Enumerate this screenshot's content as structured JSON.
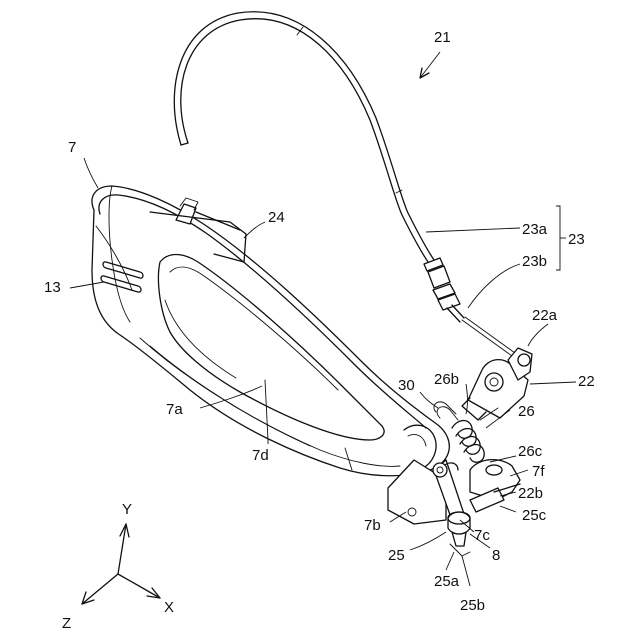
{
  "labels": {
    "l7": "7",
    "l21": "21",
    "l24": "24",
    "l13": "13",
    "l23a": "23a",
    "l23": "23",
    "l23b": "23b",
    "l22a": "22a",
    "l22": "22",
    "l30": "30",
    "l26b": "26b",
    "l26": "26",
    "l7a": "7a",
    "l7d": "7d",
    "l26c": "26c",
    "l7f": "7f",
    "l22b": "22b",
    "l25c": "25c",
    "l7b": "7b",
    "l7c": "7c",
    "l25": "25",
    "l8": "8",
    "l25a": "25a",
    "l25b": "25b"
  },
  "axes": {
    "y": "Y",
    "x": "X",
    "z": "Z"
  }
}
